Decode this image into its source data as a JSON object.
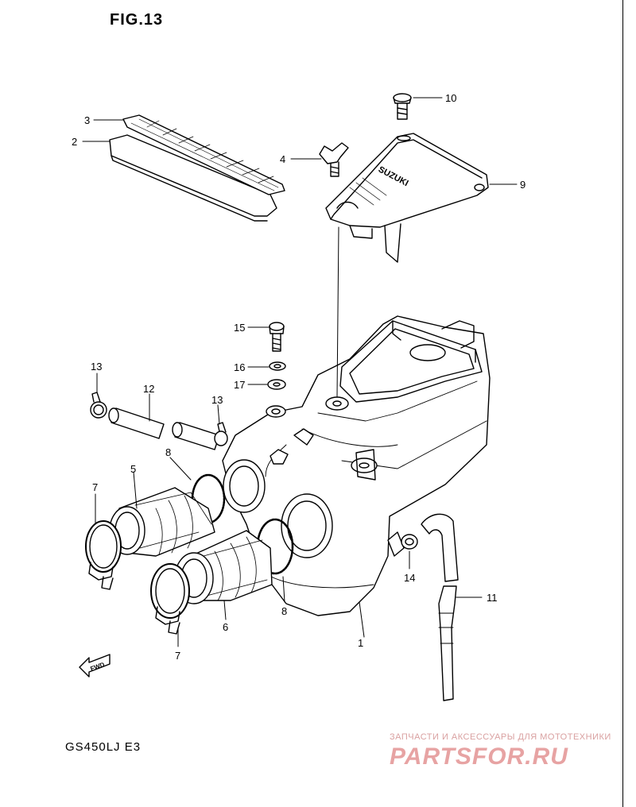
{
  "figure": {
    "title": "FIG.13",
    "model_code": "GS450LJ  E3"
  },
  "watermark": {
    "caption": "ЗАПЧАСТИ И АКСЕССУАРЫ ДЛЯ МОТОТЕХНИКИ",
    "logo": "PARTSFOR.RU"
  },
  "cover_text": "SUZUKI",
  "fwd_text": "FWD",
  "callouts": [
    "1",
    "2",
    "3",
    "4",
    "5",
    "6",
    "7",
    "7",
    "8",
    "8",
    "9",
    "10",
    "11",
    "12",
    "13",
    "13",
    "14",
    "15",
    "16",
    "17"
  ]
}
